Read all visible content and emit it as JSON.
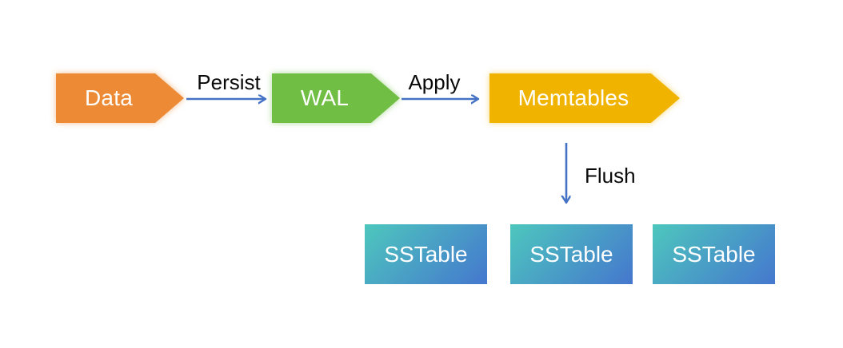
{
  "diagram": {
    "type": "flow-diagram",
    "background": "#ffffff",
    "arrow_color": "#4472C4",
    "edge_label_color": "#0a0a0a",
    "nodes": [
      {
        "id": "data",
        "label": "Data",
        "shape": "arrow-pentagon",
        "color": "#EC8A35",
        "text_color": "#ffffff"
      },
      {
        "id": "wal",
        "label": "WAL",
        "shape": "arrow-pentagon",
        "color": "#70BE44",
        "text_color": "#ffffff"
      },
      {
        "id": "memtables",
        "label": "Memtables",
        "shape": "arrow-pentagon",
        "color": "#F0B400",
        "text_color": "#ffffff"
      },
      {
        "id": "sstable-1",
        "label": "SSTable",
        "shape": "rect",
        "gradient_start": "#4DC7BD",
        "gradient_end": "#4577CE",
        "text_color": "#ffffff"
      },
      {
        "id": "sstable-2",
        "label": "SSTable",
        "shape": "rect",
        "gradient_start": "#4DC7BD",
        "gradient_end": "#4577CE",
        "text_color": "#ffffff"
      },
      {
        "id": "sstable-3",
        "label": "SSTable",
        "shape": "rect",
        "gradient_start": "#4DC7BD",
        "gradient_end": "#4577CE",
        "text_color": "#ffffff"
      }
    ],
    "edges": [
      {
        "label": "Persist",
        "from": "data",
        "to": "wal",
        "direction": "right"
      },
      {
        "label": "Apply",
        "from": "wal",
        "to": "memtables",
        "direction": "right"
      },
      {
        "label": "Flush",
        "from": "memtables",
        "to": "sstable-2",
        "direction": "down"
      }
    ]
  }
}
